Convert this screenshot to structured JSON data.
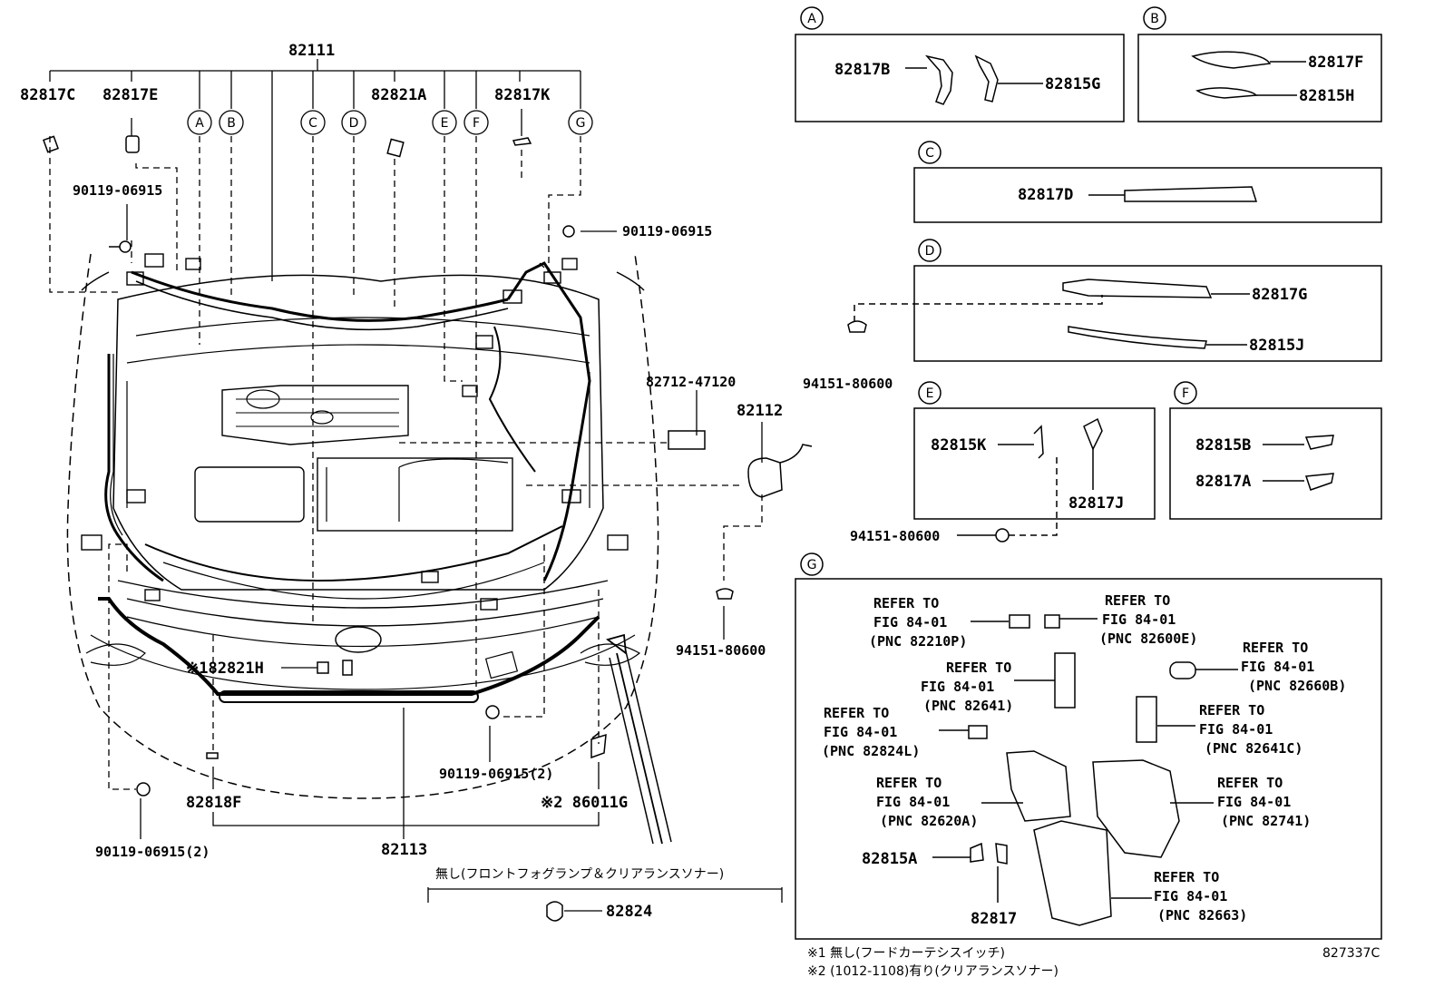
{
  "main_callouts": {
    "p82111": "82111",
    "p82817C": "82817C",
    "p82817E": "82817E",
    "p82821A": "82821A",
    "p82817K": "82817K",
    "bolt_a": "90119-06915",
    "bolt_b": "90119-06915",
    "p82712": "82712-47120",
    "p82112": "82112",
    "clip_a": "94151-80600",
    "clip_b": "94151-80600",
    "clip_c": "94151-80600",
    "p82821H": "※182821H",
    "bolt_c": "90119-06915(2)",
    "p86011G": "※2 86011G",
    "p82818F": "82818F",
    "bolt_d": "90119-06915(2)",
    "p82113": "82113",
    "note_fog": "無し(フロントフォグランプ＆クリアランスソナー)",
    "p82824": "82824"
  },
  "circle_labels": [
    "A",
    "B",
    "C",
    "D",
    "E",
    "F",
    "G"
  ],
  "panel_a": {
    "left": "82817B",
    "right": "82815G"
  },
  "panel_b": {
    "top": "82817F",
    "bottom": "82815H"
  },
  "panel_c": {
    "part": "82817D"
  },
  "panel_d": {
    "top": "82817G",
    "bottom": "82815J"
  },
  "panel_e": {
    "left": "82815K",
    "bottom": "82817J"
  },
  "panel_f": {
    "top": "82815B",
    "bottom": "82817A"
  },
  "panel_g": {
    "refer_to": "REFER TO",
    "fig": "FIG 84-01",
    "pnc_82210P": "(PNC 82210P)",
    "pnc_82600E": "(PNC 82600E)",
    "pnc_82641": "(PNC 82641)",
    "pnc_82660B": "(PNC 82660B)",
    "pnc_82824L": "(PNC 82824L)",
    "pnc_82641C": "(PNC 82641C)",
    "pnc_82620A": "(PNC 82620A)",
    "pnc_82741": "(PNC 82741)",
    "pnc_82663": "(PNC 82663)",
    "p82815A": "82815A",
    "p82817": "82817"
  },
  "footnotes": {
    "note1": "※1 無し(フードカーテシスイッチ)",
    "note2": "※2 (1012-1108)有り(クリアランスソナー)",
    "fig_code": "827337C"
  }
}
